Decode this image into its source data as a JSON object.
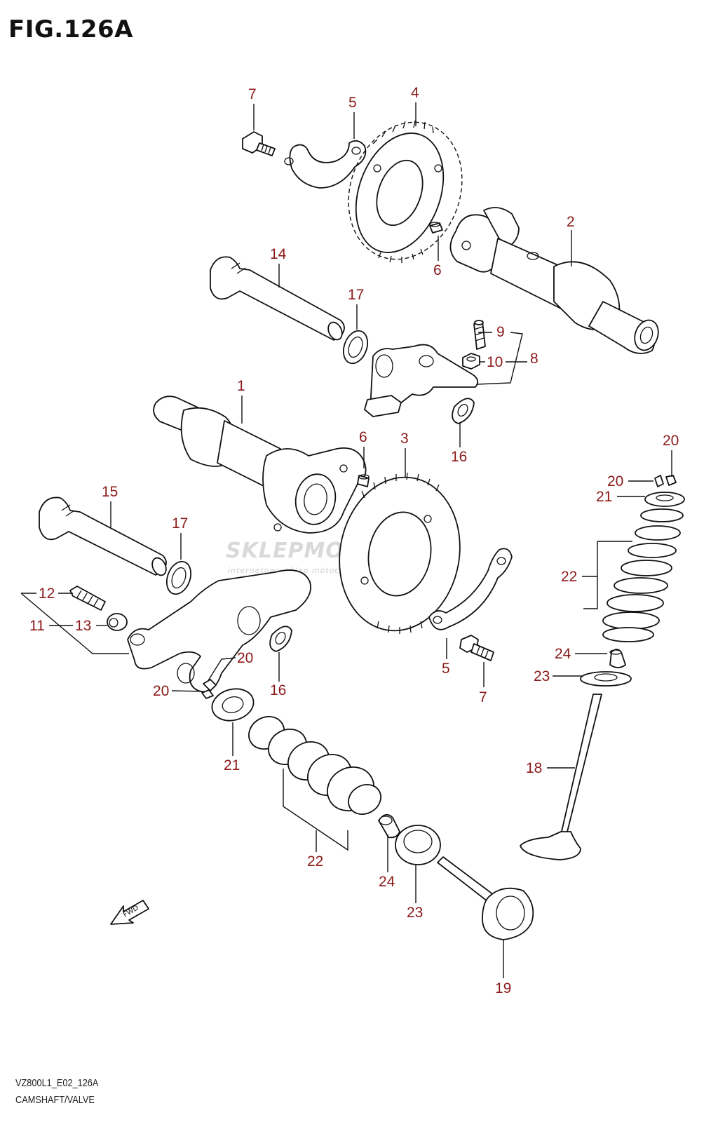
{
  "figure": {
    "title": "FIG.126A",
    "model_code": "VZ800L1_E02_126A",
    "section_name": "CAMSHAFT/VALVE"
  },
  "watermark": {
    "brand": "SKLEPMOTO43.PL",
    "tagline": "internetowy sklep motocyklowy"
  },
  "direction_marker": "FWD",
  "callouts": [
    {
      "id": "c7a",
      "number": "7"
    },
    {
      "id": "c5a",
      "number": "5"
    },
    {
      "id": "c4",
      "number": "4"
    },
    {
      "id": "c2",
      "number": "2"
    },
    {
      "id": "c6a",
      "number": "6"
    },
    {
      "id": "c14",
      "number": "14"
    },
    {
      "id": "c17a",
      "number": "17"
    },
    {
      "id": "c9",
      "number": "9"
    },
    {
      "id": "c10",
      "number": "10"
    },
    {
      "id": "c8",
      "number": "8"
    },
    {
      "id": "c16a",
      "number": "16"
    },
    {
      "id": "c1",
      "number": "1"
    },
    {
      "id": "c6b",
      "number": "6"
    },
    {
      "id": "c3",
      "number": "3"
    },
    {
      "id": "c20a",
      "number": "20"
    },
    {
      "id": "c20b",
      "number": "20"
    },
    {
      "id": "c21a",
      "number": "21"
    },
    {
      "id": "c15",
      "number": "15"
    },
    {
      "id": "c17b",
      "number": "17"
    },
    {
      "id": "c22a",
      "number": "22"
    },
    {
      "id": "c12",
      "number": "12"
    },
    {
      "id": "c11",
      "number": "11"
    },
    {
      "id": "c13",
      "number": "13"
    },
    {
      "id": "c20c",
      "number": "20"
    },
    {
      "id": "c20d",
      "number": "20"
    },
    {
      "id": "c16b",
      "number": "16"
    },
    {
      "id": "c5b",
      "number": "5"
    },
    {
      "id": "c7b",
      "number": "7"
    },
    {
      "id": "c24a",
      "number": "24"
    },
    {
      "id": "c23a",
      "number": "23"
    },
    {
      "id": "c18",
      "number": "18"
    },
    {
      "id": "c21b",
      "number": "21"
    },
    {
      "id": "c22b",
      "number": "22"
    },
    {
      "id": "c24b",
      "number": "24"
    },
    {
      "id": "c23b",
      "number": "23"
    },
    {
      "id": "c19",
      "number": "19"
    }
  ]
}
